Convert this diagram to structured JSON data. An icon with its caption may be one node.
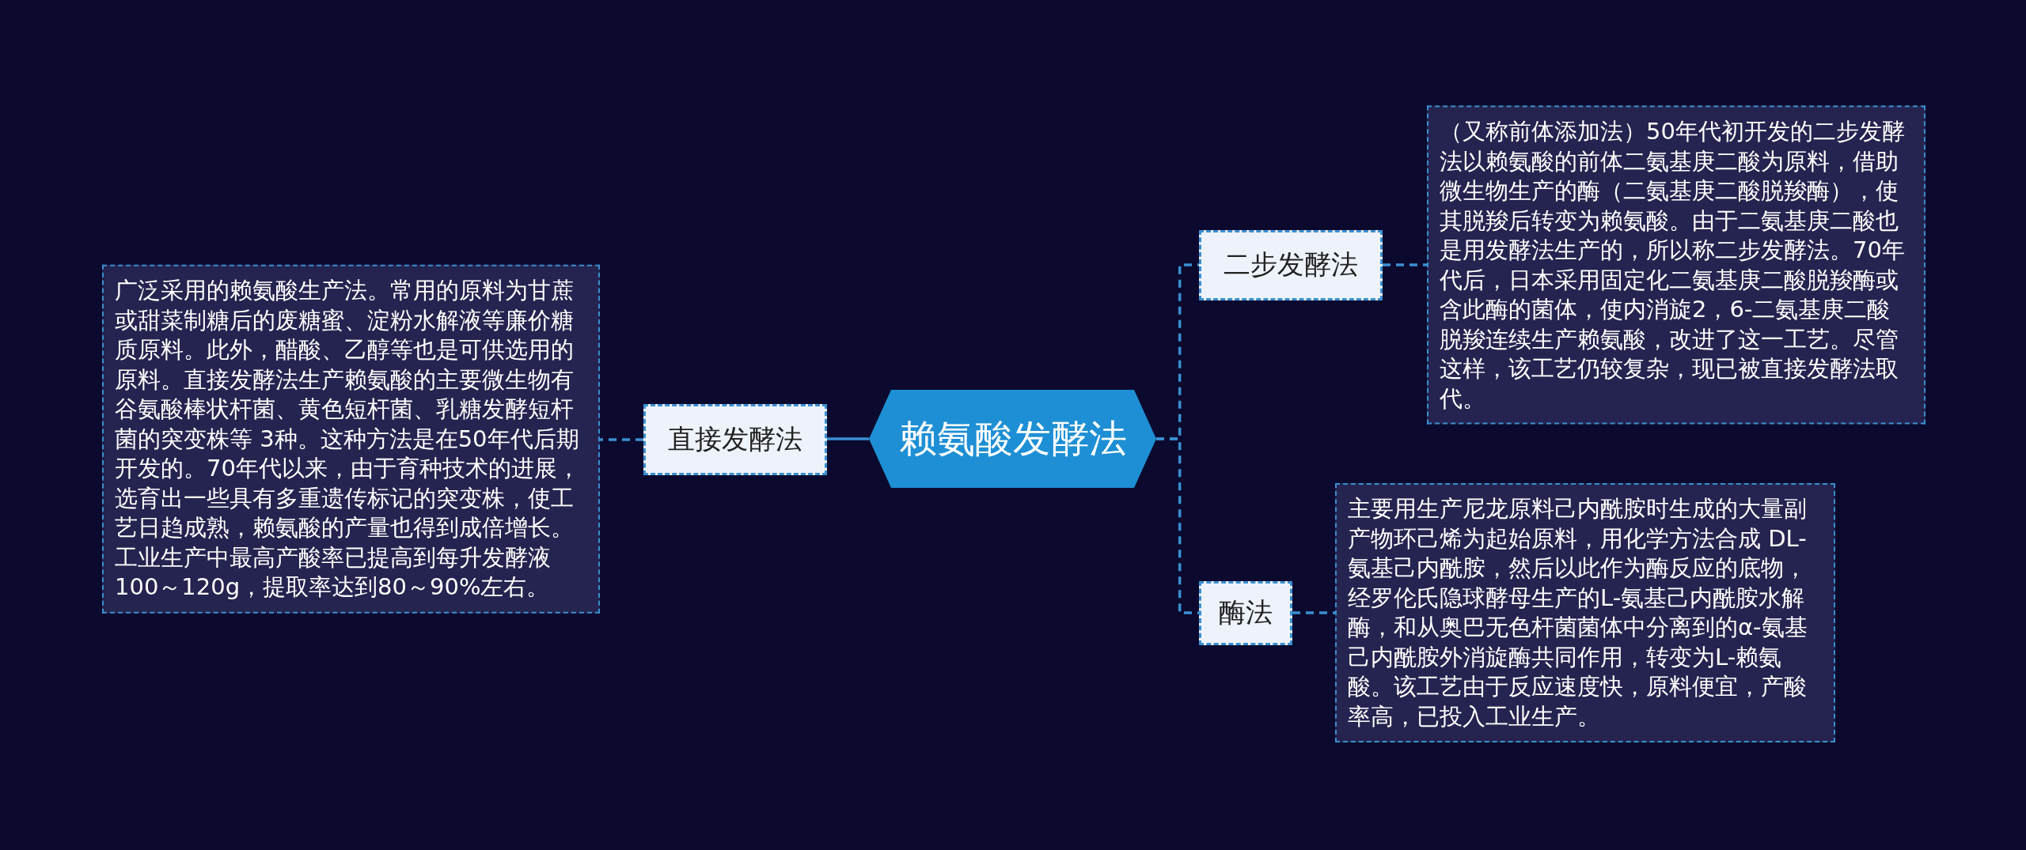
{
  "diagram": {
    "nodes": [
      {
        "text": [
          "赖氨酸发酵法"
        ]
      },
      {
        "text": [
          "直接发酵法"
        ]
      },
      {
        "text": [
          "广泛采用的赖氨酸生产法。常用的原料为甘蔗或甜菜制糖后的废糖蜜、淀粉水解液等廉价糖质原料。此外，醋酸、乙醇等也是可供选用的原料。直接发酵法生产赖氨酸的主要微生物有谷氨酸棒状杆菌、黄色短杆菌、乳糖发酵短杆菌的突变株等 3种。这种方法是在50年代后期开发的。70年代以来，由于育种技术的进展，选育出一些具有多重遗传标记的突变株，使工艺日趋成熟，赖氨酸的产量也得到成倍增长。工业生产中最高产酸率已提高到每升发酵液100～120g，提取率达到80～90%左右。"
        ]
      },
      {
        "text": [
          "二步发酵法"
        ]
      },
      {
        "text": [
          "（又称前体添加法）50年代初开发的二步发酵法以赖氨酸的前体二氨基庚二酸为原料，借助微生物生产的酶（二氨基庚二酸脱羧酶），使其脱羧后转变为赖氨酸。由于二氨基庚二酸也是用发酵法生产的，所以称二步发酵法。70年代后，日本采用固定化二氨基庚二酸脱羧酶或含此酶的菌体，使内消旋2，6-二氨基庚二酸脱羧连续生产赖氨酸，改进了这一工艺。尽管这样，该工艺仍较复杂，现已被直接发酵法取代。"
        ]
      },
      {
        "text": [
          "酶法"
        ]
      },
      {
        "text": [
          "主要用生产尼龙原料己内酰胺时生成的大量副产物环己烯为起始原料，用化学方法合成 DL-氨基己内酰胺，然后以此作为酶反应的底物，经罗伦氏隐球酵母生产的L-氨基己内酰胺水解酶，和从奥巴无色杆菌菌体中分离到的α-氨基己内酰胺外消旋酶共同作用，转变为L-赖氨酸。该工艺由于反应速度快，原料便宜，产酸率高，已投入工业生产。"
        ]
      }
    ],
    "edges": [
      {
        "from": 0,
        "to": 1,
        "arrow": "none"
      },
      {
        "from": 1,
        "to": 2,
        "arrow": "none",
        "style": "dashed"
      },
      {
        "from": 0,
        "to": 3,
        "arrow": "none",
        "style": "dashed"
      },
      {
        "from": 3,
        "to": 4,
        "arrow": "none",
        "style": "dashed"
      },
      {
        "from": 0,
        "to": 5,
        "arrow": "none",
        "style": "dashed"
      },
      {
        "from": 5,
        "to": 6,
        "arrow": "none",
        "style": "dashed"
      }
    ]
  }
}
